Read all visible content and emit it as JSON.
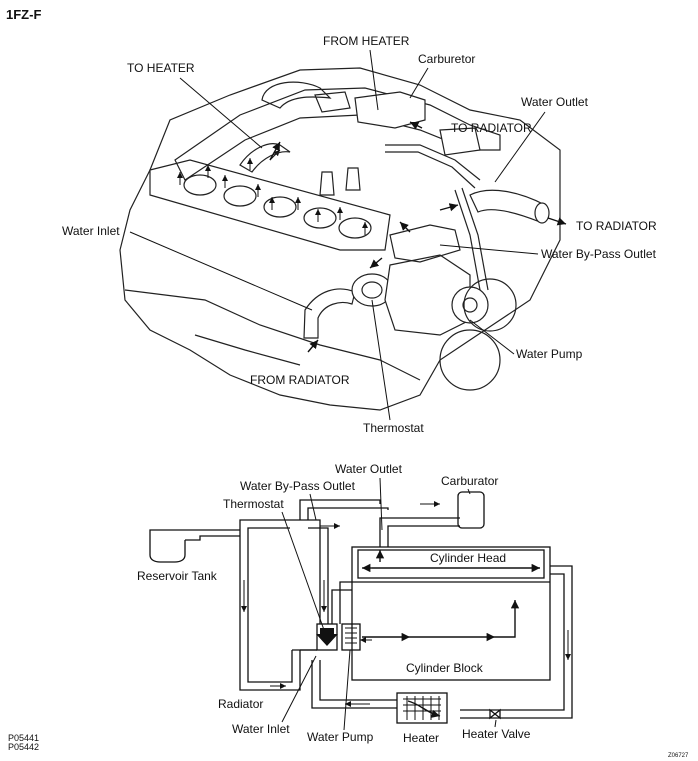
{
  "header": {
    "engine_code": "1FZ-F"
  },
  "engine_view": {
    "labels": {
      "from_heater": "FROM HEATER",
      "carburetor": "Carburetor",
      "to_heater": "TO HEATER",
      "water_outlet": "Water Outlet",
      "to_radiator_upper": "TO RADIATOR",
      "to_radiator_right": "TO RADIATOR",
      "water_inlet": "Water Inlet",
      "water_bypass_outlet": "Water By-Pass Outlet",
      "water_pump": "Water Pump",
      "from_radiator": "FROM RADIATOR",
      "thermostat": "Thermostat"
    }
  },
  "schematic": {
    "labels": {
      "water_outlet": "Water Outlet",
      "water_bypass_outlet": "Water By-Pass Outlet",
      "carburator": "Carburator",
      "thermostat": "Thermostat",
      "reservoir_tank": "Reservoir Tank",
      "cylinder_head": "Cylinder Head",
      "cylinder_block": "Cylinder Block",
      "radiator": "Radiator",
      "water_inlet": "Water Inlet",
      "water_pump": "Water Pump",
      "heater": "Heater",
      "heater_valve": "Heater Valve"
    }
  },
  "footer": {
    "figure_codes": [
      "P05441",
      "P05442"
    ],
    "corner_code": "Z06727"
  }
}
